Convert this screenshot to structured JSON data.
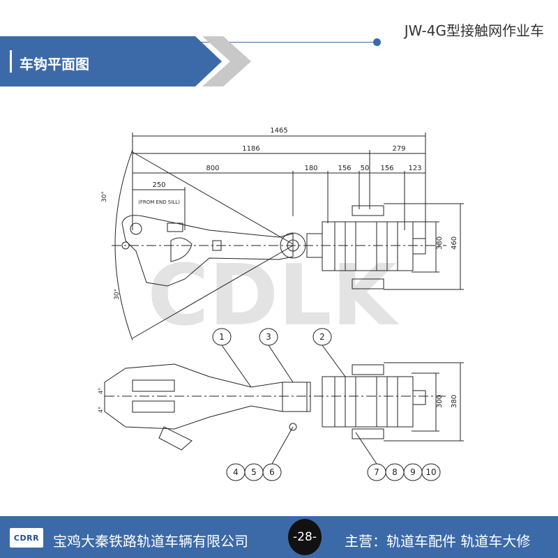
{
  "header": {
    "doc_title": "JW-4G型接触网作业车",
    "section_title": "车钩平面图"
  },
  "drawing": {
    "dims_top": [
      "1465",
      "1186",
      "279",
      "800",
      "180",
      "156",
      "50",
      "156",
      "123",
      "250"
    ],
    "note": "(FROM END SILL)",
    "angle_top": "30°",
    "angle_bottom": "30°",
    "dims_right_top": [
      "380",
      "460"
    ],
    "dims_right_bottom": [
      "300",
      "380"
    ],
    "angle_small_1": "4°",
    "angle_small_2": "4°",
    "callouts_top": [
      "1",
      "3",
      "2"
    ],
    "callouts_bottom_left": [
      "4",
      "5",
      "6"
    ],
    "callouts_bottom_right": [
      "7",
      "8",
      "9",
      "10"
    ],
    "watermark": "CDLK"
  },
  "footer": {
    "logo": "CDRR",
    "company": "宝鸡大秦铁路轨道车辆有限公司",
    "page": "-28-",
    "business": "主营：轨道车配件  轨道车大修"
  },
  "colors": {
    "brand_blue": "#3c6aa8",
    "banner_gray": "#c8c8c8"
  }
}
